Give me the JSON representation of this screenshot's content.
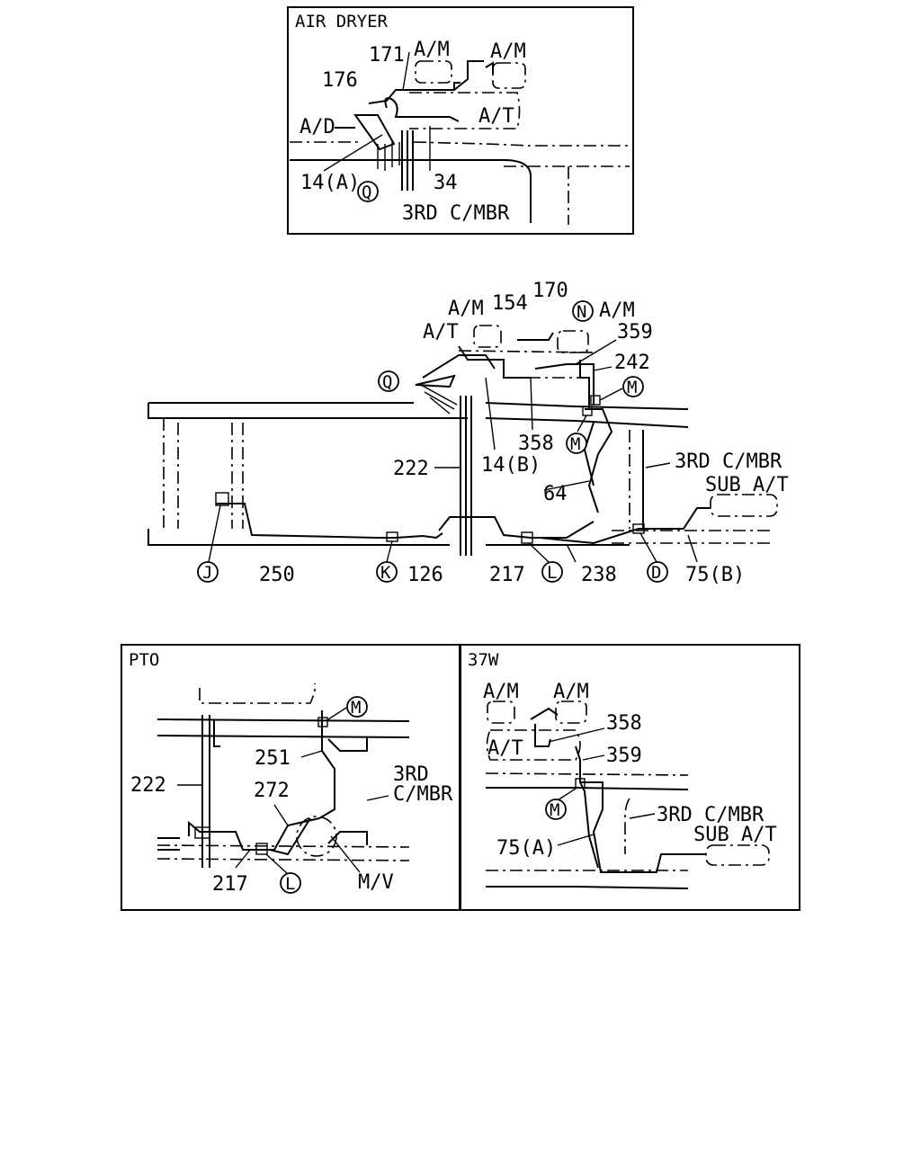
{
  "panels": {
    "air_dryer": {
      "title": "AIR DRYER",
      "labels": {
        "p171": "171",
        "am1": "A/M",
        "am2": "A/M",
        "p176": "176",
        "ad": "A/D",
        "at": "A/T",
        "p14a": "14(A)",
        "p34": "34",
        "q": "Q",
        "crossmember": "3RD C/MBR"
      }
    },
    "main": {
      "labels": {
        "am1": "A/M",
        "p154": "154",
        "p170": "170",
        "n": "N",
        "am2": "A/M",
        "at": "A/T",
        "p359": "359",
        "p242": "242",
        "q": "Q",
        "m1": "M",
        "m2": "M",
        "p358": "358",
        "p14b": "14(B)",
        "crossmember": "3RD C/MBR",
        "p222": "222",
        "sub_at": "SUB A/T",
        "p64": "64",
        "j": "J",
        "p250": "250",
        "k": "K",
        "p126": "126",
        "p217": "217",
        "l": "L",
        "p238": "238",
        "d": "D",
        "p75b": "75(B)"
      }
    },
    "pto": {
      "title": "PTO",
      "labels": {
        "m": "M",
        "p251": "251",
        "p222": "222",
        "crd": "3RD",
        "cmbr": "C/MBR",
        "p272": "272",
        "p217": "217",
        "l": "L",
        "mv": "M/V"
      }
    },
    "w37": {
      "title": "37W",
      "labels": {
        "am1": "A/M",
        "am2": "A/M",
        "p358": "358",
        "at": "A/T",
        "p359": "359",
        "m": "M",
        "crossmember": "3RD C/MBR",
        "p75a": "75(A)",
        "sub_at": "SUB A/T"
      }
    }
  }
}
